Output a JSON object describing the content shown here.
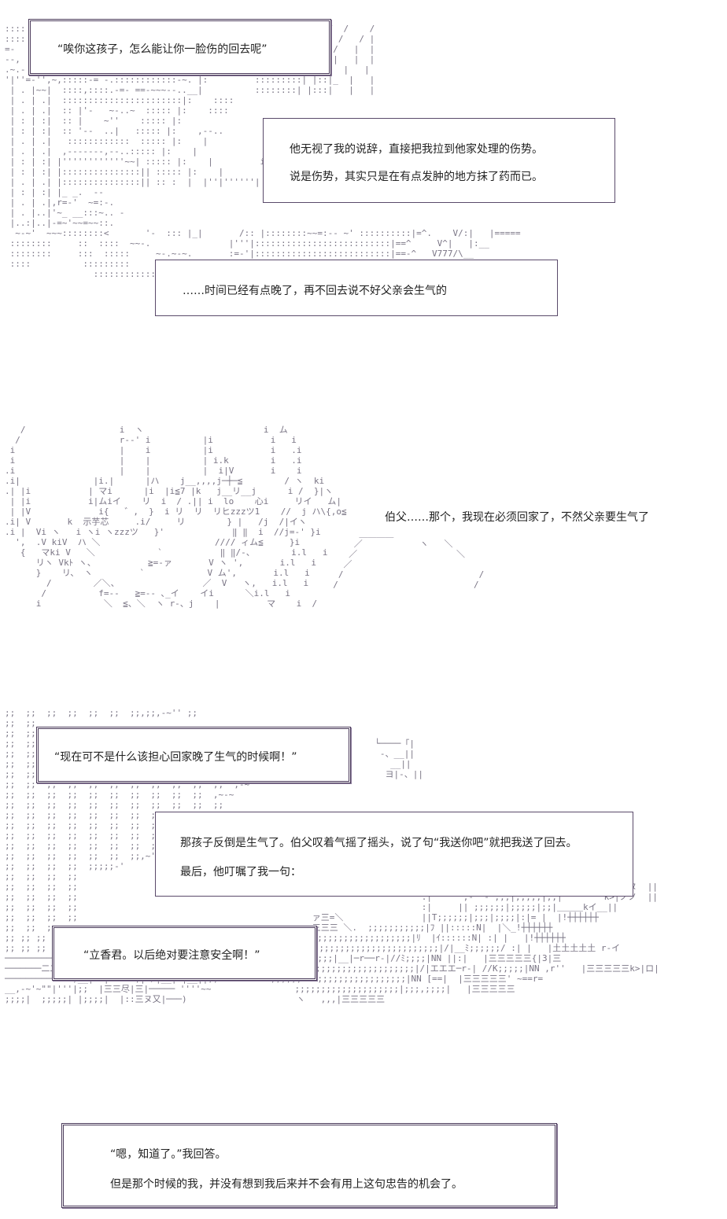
{
  "panel1": {
    "dialogue_1": "“唉你这孩子，怎么能让你一脸伤的回去呢”",
    "narration_1": [
      "他无视了我的说辞，直接把我拉到他家处理的伤势。",
      "说是伤势，其实只是在有点发肿的地方抹了药而已。"
    ],
    "narration_2": "……时间已经有点晚了，再不回去说不好父亲会生气的"
  },
  "panel2": {
    "speech": "伯父……那个，我现在必须回家了，不然父亲要生气了"
  },
  "panel3": {
    "dialogue_1": "“现在可不是什么该担心回家晚了生气的时候啊！”",
    "narration_1": [
      "那孩子反倒是生气了。伯父叹着气摇了摇头，说了句“我送你吧”就把我送了回去。",
      "最后，他叮嘱了我一句："
    ],
    "dialogue_2": "“立香君。以后绝对要注意安全啊！”"
  },
  "panel4": {
    "narration": [
      "“嗯，知道了。”我回答。",
      "但是那个时候的我，并没有想到我后来并不会有用上这句忠告的机会了。"
    ]
  },
  "colors": {
    "border": "#5a4a6a",
    "art": "#7a7585",
    "text": "#222222",
    "background": "#ffffff"
  }
}
